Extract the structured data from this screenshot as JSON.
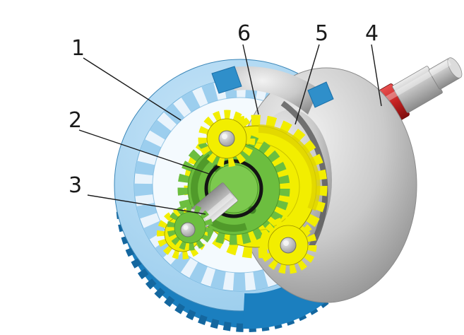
{
  "labels": [
    {
      "num": "1",
      "target": "ring-gear-housing"
    },
    {
      "num": "2",
      "target": "planet-carrier-gear"
    },
    {
      "num": "3",
      "target": "center-shaft"
    },
    {
      "num": "4",
      "target": "input-shaft"
    },
    {
      "num": "5",
      "target": "eccentric-disc"
    },
    {
      "num": "6",
      "target": "planet-gear"
    }
  ],
  "colors": {
    "c-ring": "#A9D6F2",
    "c-ring-dark": "#1B7FBF",
    "c-teeth": "#9CCEEE",
    "c-yellow": "#F2EE00",
    "c-green": "#6CBE3F",
    "c-gray": "#C4C4C4",
    "c-red": "#C42323",
    "c-pin": "#B5B5B5",
    "c-line": "#1A1A1A"
  }
}
